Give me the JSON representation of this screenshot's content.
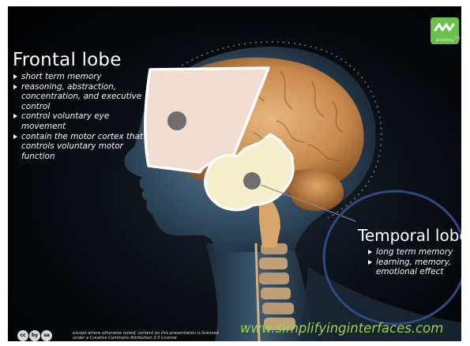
{
  "frontal": {
    "title": "Frontal lobe",
    "items": [
      "short term memory",
      "reasoning, abstraction, concentration, and executive control",
      "control voluntary eye movement",
      "contain the motor cortex that controls voluntary motor function"
    ]
  },
  "temporal": {
    "title": "Temporal lobe",
    "items": [
      "long term memory",
      "learning, memory, emotional effect"
    ]
  },
  "logo": {
    "icon": "wave-logo-icon",
    "caption": "Simplifying",
    "tm": "TM"
  },
  "footer": {
    "cc_badges": [
      "cc",
      "by",
      "sa"
    ],
    "license": "except where otherwise noted, content on this presentation is licensed under a Creative Commons Attribution 3.0 License",
    "website": "www.simplifyinginterfaces.com"
  },
  "colors": {
    "background": "#05080c",
    "frontal_fill": "#f2dcd0",
    "temporal_fill": "#f4f0cc",
    "marker": "#6e6e6e",
    "highlight_ring": "#2e4a86",
    "brain": "#c98a4b",
    "website_text": "#9bd34a",
    "logo_green": "#6bc04b"
  }
}
